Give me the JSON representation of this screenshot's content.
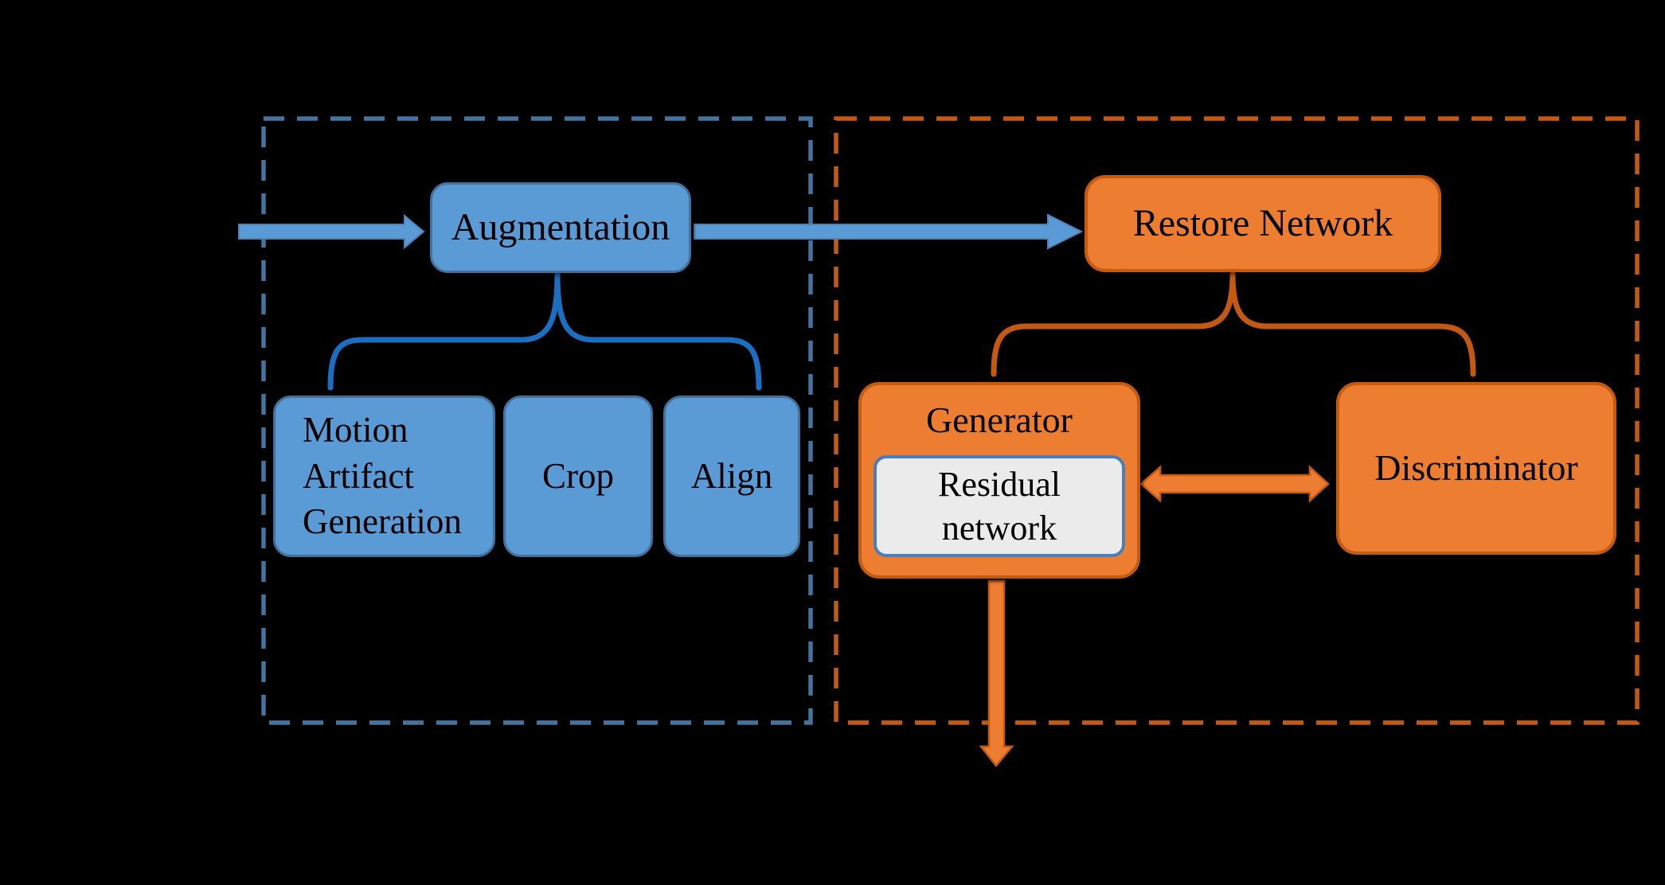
{
  "colors": {
    "background": "#000000",
    "text": "#000000",
    "blue-fill": "#5B9BD5",
    "blue-border": "#41719C",
    "blue-arrow": "#5B9BD5",
    "blue-arrow-border": "#4A84B8",
    "brace-blue": "#1B6EC0",
    "dash-blue": "#44749E",
    "orange-fill": "#ED7D31",
    "orange-border": "#C55A11",
    "line-orange": "#C45A12",
    "dash-orange": "#C45A12",
    "gray-fill": "#EBEBEB",
    "residual-border": "#4A7EBB"
  },
  "augmentation_group": {
    "augmentation_label": "Augmentation",
    "motion_label": "Motion Artifact Generation",
    "crop_label": "Crop",
    "align_label": "Align"
  },
  "restore_group": {
    "restore_label": "Restore Network",
    "generator_label": "Generator",
    "residual_label": "Residual network",
    "discriminator_label": "Discriminator"
  }
}
